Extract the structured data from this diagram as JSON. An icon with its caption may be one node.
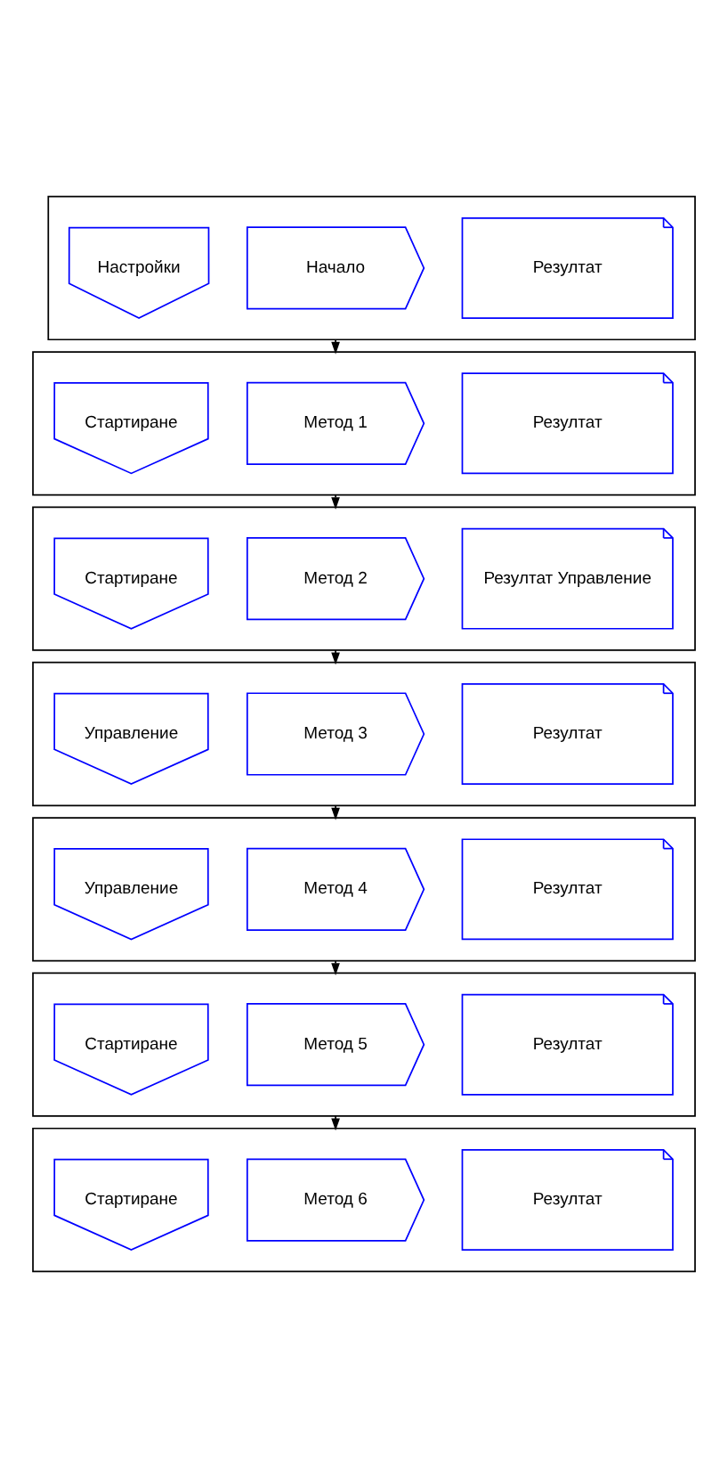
{
  "diagram": {
    "nodes": [
      {
        "text": [],
        "shape": "box"
      },
      {
        "text": [
          "Настройки"
        ],
        "in": 0
      },
      {
        "text": [
          "Начало"
        ],
        "in": 0
      },
      {
        "text": [
          "Резултат"
        ],
        "in": 0
      },
      {
        "text": [],
        "shape": "box"
      },
      {
        "text": [
          "Стартиране"
        ],
        "in": 4
      },
      {
        "text": [
          "Метод 1"
        ],
        "in": 4
      },
      {
        "text": [
          "Резултат"
        ],
        "in": 4
      },
      {
        "text": [],
        "shape": "box"
      },
      {
        "text": [
          "Стартиране"
        ],
        "in": 8
      },
      {
        "text": [
          "Метод 2"
        ],
        "in": 8
      },
      {
        "text": [
          "Резултат Управление"
        ],
        "in": 8
      },
      {
        "text": [],
        "shape": "box"
      },
      {
        "text": [
          "Управление"
        ],
        "in": 12
      },
      {
        "text": [
          "Метод 3"
        ],
        "in": 12
      },
      {
        "text": [
          "Резултат"
        ],
        "in": 12
      },
      {
        "text": [],
        "shape": "box"
      },
      {
        "text": [
          "Управление"
        ],
        "in": 16
      },
      {
        "text": [
          "Метод 4"
        ],
        "in": 16
      },
      {
        "text": [
          "Резултат"
        ],
        "in": 16
      },
      {
        "text": [],
        "shape": "box"
      },
      {
        "text": [
          "Стартиране"
        ],
        "in": 20
      },
      {
        "text": [
          "Метод 5"
        ],
        "in": 20
      },
      {
        "text": [
          "Резултат"
        ],
        "in": 20
      },
      {
        "text": [],
        "shape": "box"
      },
      {
        "text": [
          "Стартиране"
        ],
        "in": 24
      },
      {
        "text": [
          "Метод 6"
        ],
        "in": 24
      },
      {
        "text": [
          "Резултат"
        ],
        "in": 24
      }
    ],
    "edges": [
      {
        "from": 0,
        "to": 4,
        "arrow": "to"
      },
      {
        "from": 4,
        "to": 8,
        "arrow": "to"
      },
      {
        "from": 8,
        "to": 12,
        "arrow": "to"
      },
      {
        "from": 12,
        "to": 16,
        "arrow": "to"
      },
      {
        "from": 16,
        "to": 20,
        "arrow": "to"
      },
      {
        "from": 20,
        "to": 24,
        "arrow": "to"
      }
    ]
  }
}
